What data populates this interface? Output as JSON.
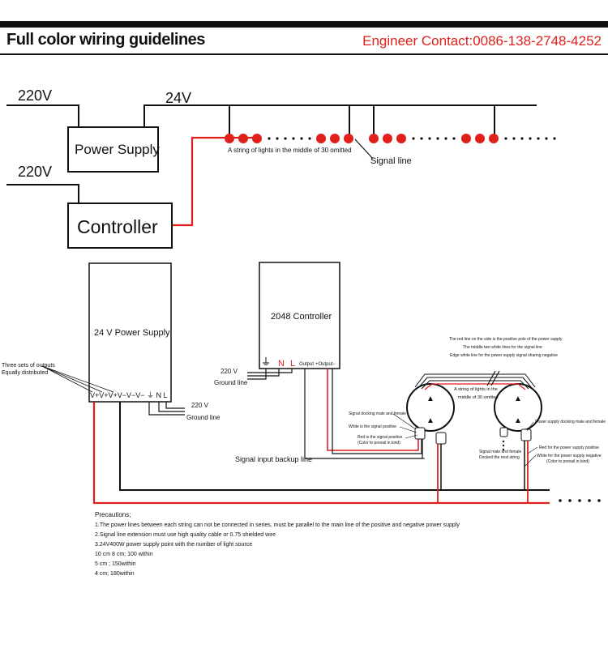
{
  "header": {
    "title": "Full color wiring guidelines",
    "contact": "Engineer Contact:0086-138-2748-4252"
  },
  "top": {
    "v220_a": "220V",
    "v24": "24V",
    "power_supply": "Power Supply",
    "v220_b": "220V",
    "controller": "Controller",
    "string_label": "A string of lights in the middle of 30 omitted",
    "signal_line": "Signal line"
  },
  "bottom": {
    "psu_title": "24 V Power Supply",
    "psu_terminals": "V+V+V+V−V−V− ⏚ N L",
    "three_outputs_1": "Three sets of outputs",
    "three_outputs_2": "Equally distributed",
    "psu_220": "220 V",
    "psu_ground": "Ground line",
    "ctrl_title": "2048 Controller",
    "ctrl_220": "220 V",
    "ctrl_ground": "Ground line",
    "ctrl_n": "N",
    "ctrl_l": "L",
    "ctrl_output": "Output",
    "ctrl_output2": "+Output−",
    "signal_backup": "Signal input backup line",
    "note_red_side": "The red line on the side is the positive pole of the power supply",
    "note_two_white": "The middle two white lines for the signal line",
    "note_edge_white": "Edge white line for the power supply signal sharing negative",
    "string_1": "A string of lights in the",
    "string_2": "middle of 30 omitted",
    "docking_1": "Signal docking male and female",
    "white_signal": "White is the signal positive",
    "red_signal_1": "Red is the signal positive",
    "red_signal_2": "(Color to prevail in kind)",
    "power_docking": "Power supply docking male and female",
    "sig_mf_1": "Signal male and female",
    "sig_mf_2": "Docked the next string",
    "red_power": "Red for the power supply positive",
    "white_power_1": "White for the power supply negative",
    "white_power_2": "(Color to prevail in kind)"
  },
  "precautions": {
    "heading": "Precautions;",
    "lines": [
      "1.The power lines between each string can not be connected in series, must be parallel to the main line of the positive and negative power supply",
      "2.Signal line extension must use high quality cable or 0.75 shielded wire",
      "3.24V400W power supply point with the number of light source",
      "10 cm 8 cm; 100 within",
      "5 cm ; 150within",
      "4 cm; 180within"
    ]
  },
  "colors": {
    "red": "#e0201b",
    "black": "#111111"
  }
}
